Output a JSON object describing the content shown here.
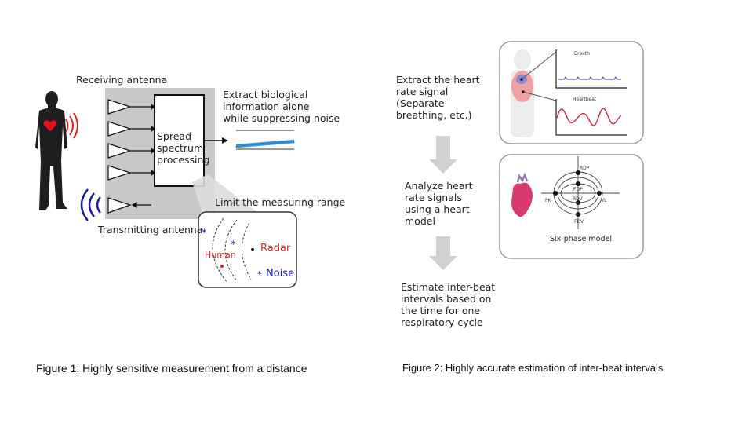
{
  "figure1": {
    "receiving_antenna_label": "Receiving antenna",
    "transmitting_antenna_label": "Transmitting antenna",
    "processing_block": [
      "Spread",
      "spectrum",
      "processing"
    ],
    "extract_text": [
      "Extract biological",
      "information alone",
      "while suppressing noise"
    ],
    "limit_text": "Limit the measuring range",
    "range_inset": {
      "human_label": "Human",
      "radar_label": "Radar",
      "noise_label": "Noise",
      "noise_symbol": "*",
      "radar_symbol": "•"
    },
    "caption": "Figure  1: Highly sensitive measurement from a distance",
    "colors": {
      "human_red": "#e02020",
      "heart_red": "#e8101a",
      "signal_blue": "#2a8ad8",
      "transmit_blue": "#1a1aa0",
      "noise_blue": "#2020c0",
      "panel_gray": "#c8c8c8"
    }
  },
  "figure2": {
    "steps": [
      [
        "Extract the heart",
        "rate signal",
        "(Separate",
        "breathing, etc.)"
      ],
      [
        "Analyze heart",
        "rate signals",
        "using a heart",
        "model"
      ],
      [
        "Estimate inter-beat",
        "intervals based on",
        "the time for one",
        "respiratory cycle"
      ]
    ],
    "signal_panel": {
      "breath_label": "Breath",
      "heartbeat_label": "Heartbeat"
    },
    "model_panel": {
      "nodes": [
        "RDP",
        "FDP",
        "RDV",
        "FDV",
        "PK",
        "VL"
      ],
      "title": "Six-phase model"
    },
    "caption": "Figure 2: Highly accurate estimation of inter-beat intervals",
    "colors": {
      "breath_line": "#3a4aa0",
      "heartbeat_line": "#d8203a",
      "arrow_gray": "#d0d0d0"
    }
  }
}
